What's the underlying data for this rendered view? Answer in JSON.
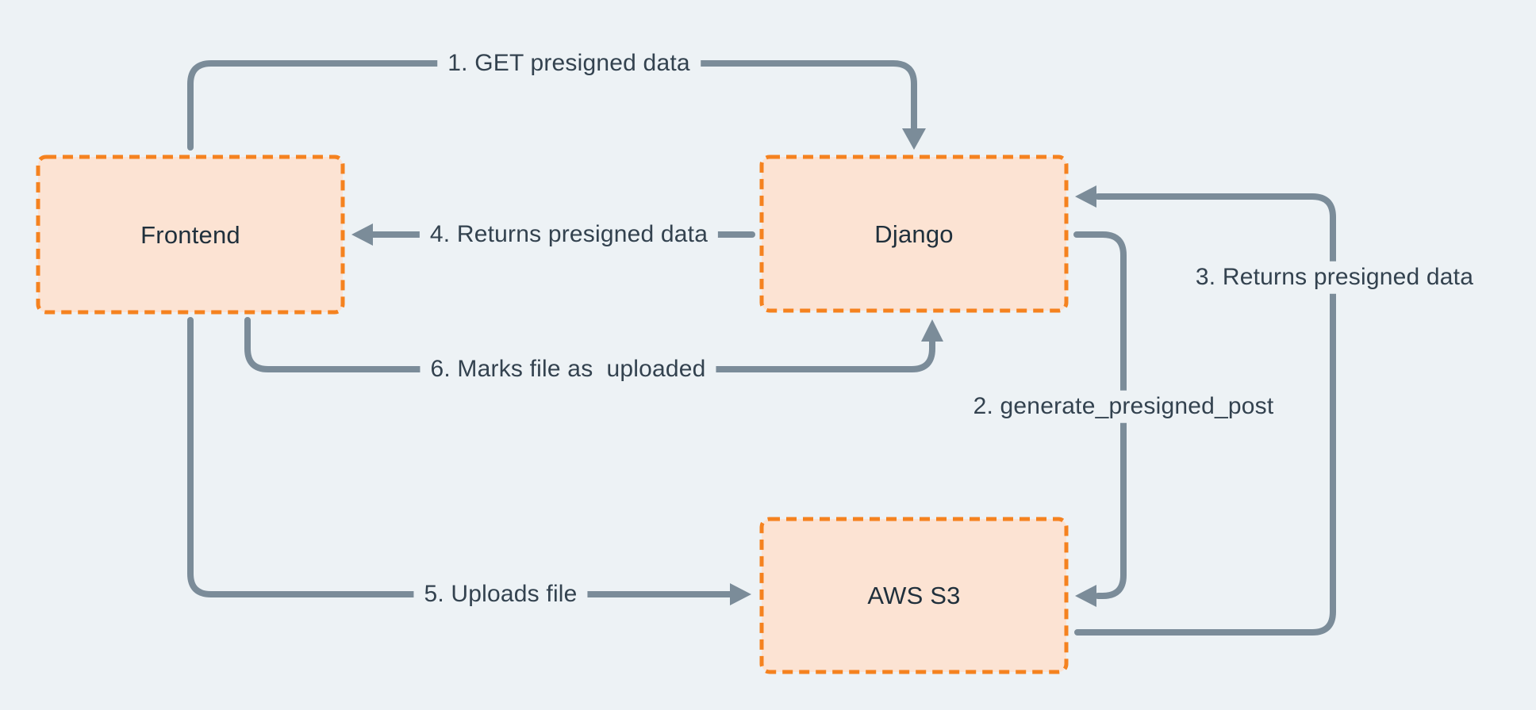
{
  "diagram": {
    "type": "flow-diagram",
    "nodes": [
      {
        "id": "frontend",
        "label": "Frontend"
      },
      {
        "id": "django",
        "label": "Django"
      },
      {
        "id": "aws-s3",
        "label": "AWS S3"
      }
    ],
    "edges": [
      {
        "id": "1",
        "label": "1. GET presigned data",
        "from": "Frontend",
        "to": "Django"
      },
      {
        "id": "2",
        "label": "2. generate_presigned_post",
        "from": "Django",
        "to": "AWS S3"
      },
      {
        "id": "3",
        "label": "3. Returns presigned data",
        "from": "AWS S3",
        "to": "Django"
      },
      {
        "id": "4",
        "label": "4. Returns presigned data",
        "from": "Django",
        "to": "Frontend"
      },
      {
        "id": "5",
        "label": "5. Uploads file",
        "from": "Frontend",
        "to": "AWS S3"
      },
      {
        "id": "6",
        "label": "6. Marks file as  uploaded",
        "from": "Frontend",
        "to": "Django"
      }
    ],
    "colors": {
      "background": "#edf2f5",
      "node_fill": "#fce3d3",
      "node_border": "#f5821f",
      "connector": "#7b8c99",
      "edge_label_text": "#33424f",
      "node_label_text": "#20303c"
    }
  }
}
